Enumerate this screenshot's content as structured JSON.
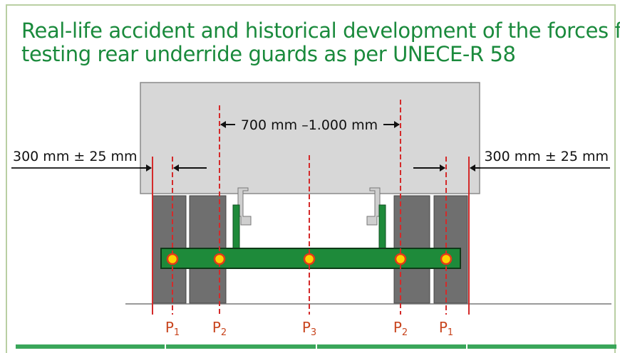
{
  "title": {
    "line1": "Real-life accident and historical development of the forces for",
    "line2": "testing rear underride guards as per UNECE-R 58"
  },
  "dimensions": {
    "left_offset": "300 mm ± 25 mm",
    "center_span": "700 mm –1.000 mm",
    "right_offset": "300 mm ± 25 mm"
  },
  "points": [
    {
      "label": "P",
      "sub": "1"
    },
    {
      "label": "P",
      "sub": "2"
    },
    {
      "label": "P",
      "sub": "3"
    },
    {
      "label": "P",
      "sub": "2"
    },
    {
      "label": "P",
      "sub": "1"
    }
  ],
  "colors": {
    "title": "#1a8a3c",
    "guard": "#1e8a3a",
    "test_lines": "#d42a2a",
    "test_points": "#ffd200",
    "trailer_body": "#d7d7d7",
    "tyres": "#6f6f6f"
  }
}
